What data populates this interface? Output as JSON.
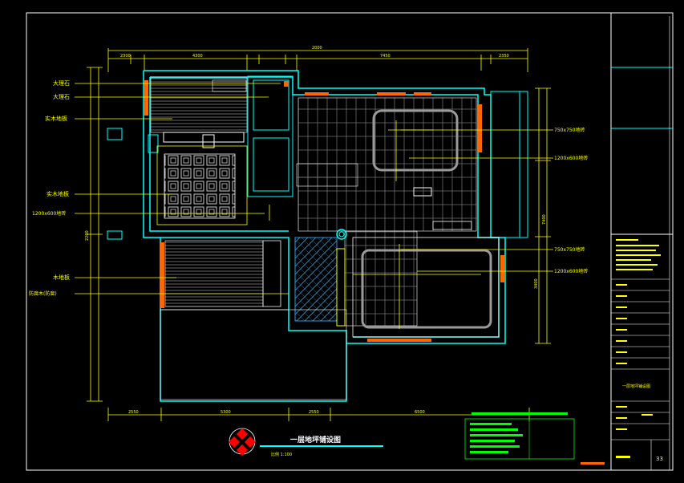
{
  "drawing": {
    "title": "一层地坪铺设图",
    "scale_note": "比例 1:100",
    "drawing_number": "33",
    "sheet_block_label": "一层地坪铺设图"
  },
  "dimensions": {
    "top": [
      "2300",
      "4300",
      "7450",
      "2350"
    ],
    "top_overall": "2000",
    "bottom": [
      "2550",
      "5300",
      "2550",
      "6500"
    ],
    "left_vertical": "2200",
    "right_vertical": [
      "7400",
      "3400"
    ]
  },
  "left_labels": [
    "大理石",
    "大理石",
    "实木地板",
    "实木地板",
    "1200x600地砖",
    "木地板",
    "防腐木(防腐)"
  ],
  "right_labels": [
    "750x750地砖",
    "1200x600地砖",
    "750x750地砖",
    "1200x600地砖"
  ],
  "colors": {
    "background": "#000000",
    "walls": "#00ffff",
    "dimension": "#ffff00",
    "outline": "#ffffff",
    "hatch": "#c0c0c0",
    "door": "#ff6600",
    "green": "#00ff00",
    "logo": "#ff0000"
  }
}
